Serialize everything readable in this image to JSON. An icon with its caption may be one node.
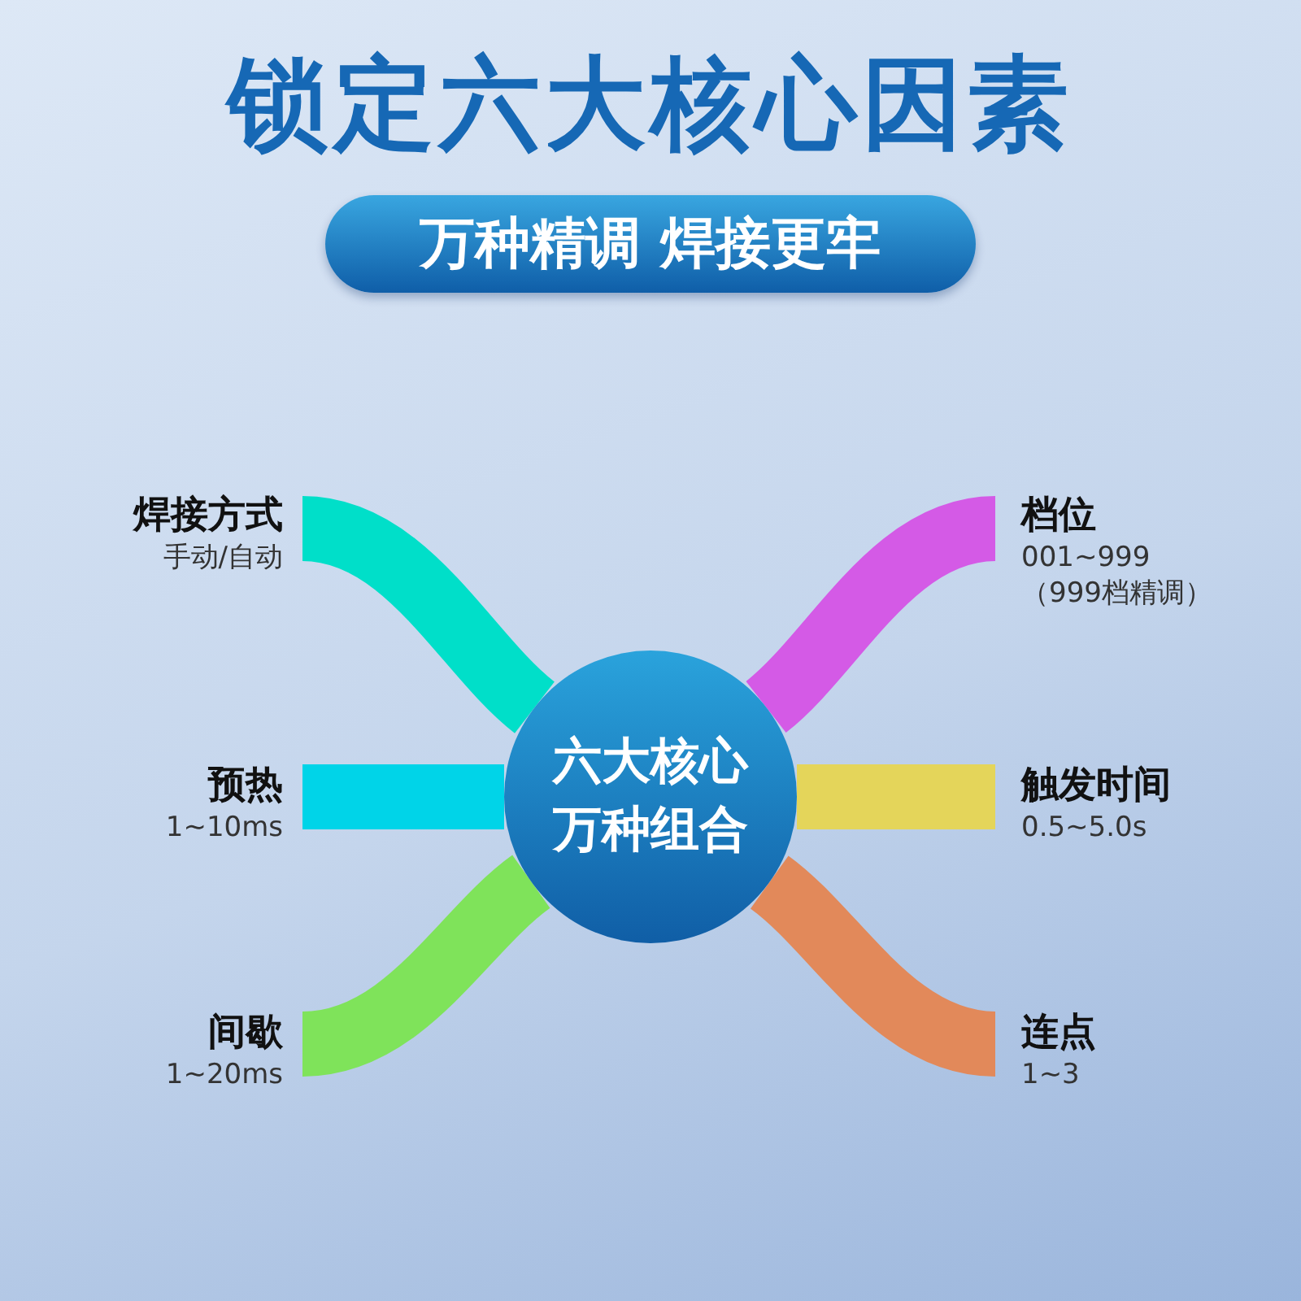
{
  "diagram": {
    "title": "锁定六大核心因素",
    "nodes": [
      {
        "text": [
          "万种精调 焊接更牢"
        ]
      },
      {
        "text": [
          "六大核心万种组合"
        ]
      },
      {
        "text": [
          "焊接方式",
          "手动/自动"
        ]
      },
      {
        "text": [
          "档位",
          "001~999（999档精调）"
        ]
      },
      {
        "text": [
          "预热",
          "1~10ms"
        ]
      },
      {
        "text": [
          "触发时间",
          "0.5~5.0s"
        ]
      },
      {
        "text": [
          "间歇",
          "1~20ms"
        ]
      },
      {
        "text": [
          "连点",
          "1~3"
        ]
      }
    ],
    "edges": [
      {
        "from": 1,
        "to": 2,
        "arrow": "none",
        "color": "#00dfc9"
      },
      {
        "from": 1,
        "to": 3,
        "arrow": "none",
        "color": "#d45ae6"
      },
      {
        "from": 1,
        "to": 4,
        "arrow": "none",
        "color": "#00d4e8"
      },
      {
        "from": 1,
        "to": 5,
        "arrow": "none",
        "color": "#e4d55a"
      },
      {
        "from": 1,
        "to": 6,
        "arrow": "none",
        "color": "#7fe35a"
      },
      {
        "from": 1,
        "to": 7,
        "arrow": "none",
        "color": "#e2895a"
      }
    ]
  }
}
